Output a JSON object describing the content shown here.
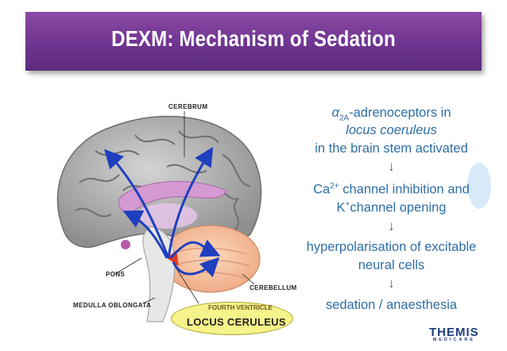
{
  "slide": {
    "title": "DEXM: Mechanism of Sedation"
  },
  "diagram": {
    "labels": {
      "cerebrum": "CEREBRUM",
      "pons": "PONS",
      "medulla": "MEDULLA OBLONGATA",
      "cerebellum": "CEREBELLUM",
      "fourth_ventricle": "FOURTH VENTRICLE",
      "locus_ceruleus": "LOCUS CERULEUS"
    }
  },
  "mechanism": {
    "alpha_symbol": "α",
    "alpha_subscript": "2A",
    "line1_rest": "-adrenoceptors in",
    "line2": "locus coeruleus",
    "line3": "in the brain stem activated",
    "arrow": "↓",
    "ca_prefix": "Ca",
    "ca_superscript": "2+",
    "ca_rest": " channel inhibition and",
    "k_prefix": "K",
    "k_superscript": "+",
    "k_rest": "channel opening",
    "line6": "hyperpolarisation of excitable",
    "line7": "neural cells",
    "line8": "sedation / anaesthesia"
  },
  "logo": {
    "main": "THEMIS",
    "sub": "MEDICARE"
  },
  "colors": {
    "title_bar": "#6f3590",
    "text_blue": "#2e6ea6",
    "arrow_blue": "#1f3fbf",
    "highlight_yellow": "#f6f38a"
  }
}
